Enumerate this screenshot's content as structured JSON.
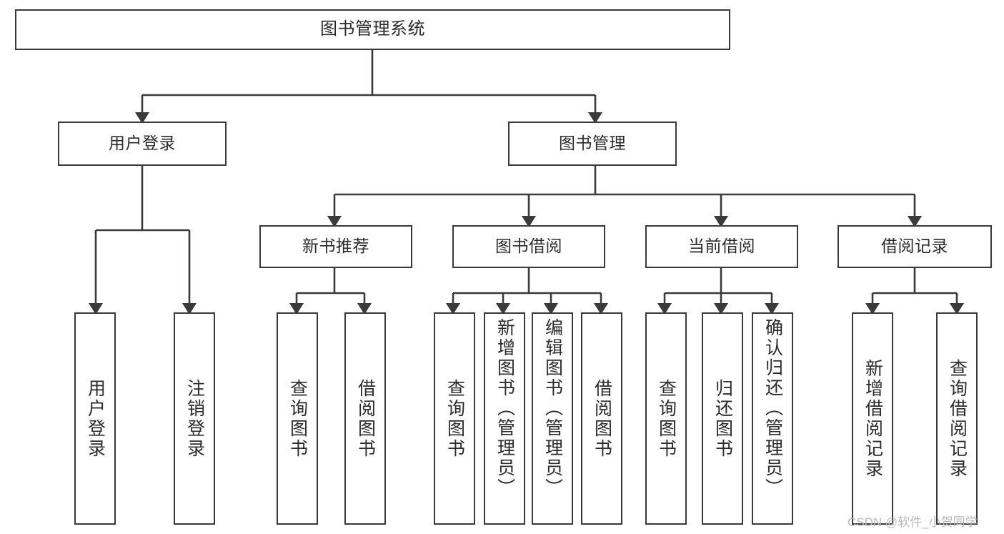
{
  "diagram": {
    "title": "图书管理系统",
    "type": "function-tree",
    "watermark": "CSDN @软件_小贺同学",
    "colors": {
      "box_border": "#3a3a3a",
      "box_fill": "#ffffff",
      "line": "#3a3a3a",
      "text": "#2b2b2b",
      "watermark": "#b9b9b9",
      "background": "#ffffff"
    },
    "root": {
      "label": "图书管理系统"
    },
    "level2": [
      {
        "label": "用户登录"
      },
      {
        "label": "图书管理"
      }
    ],
    "level3": [
      {
        "label": "新书推荐"
      },
      {
        "label": "图书借阅"
      },
      {
        "label": "当前借阅"
      },
      {
        "label": "借阅记录"
      }
    ],
    "leaves": {
      "user_login": [
        {
          "label": "用户登录"
        },
        {
          "label": "注销登录"
        }
      ],
      "new_book_recommend": [
        {
          "label": "查询图书"
        },
        {
          "label": "借阅图书"
        }
      ],
      "book_borrow": [
        {
          "label": "查询图书"
        },
        {
          "label": "新增图书（管理员）"
        },
        {
          "label": "编辑图书（管理员）"
        },
        {
          "label": "借阅图书"
        }
      ],
      "current_borrow": [
        {
          "label": "查询图书"
        },
        {
          "label": "归还图书"
        },
        {
          "label": "确认归还（管理员）"
        }
      ],
      "borrow_record": [
        {
          "label": "新增借阅记录"
        },
        {
          "label": "查询借阅记录"
        }
      ]
    }
  }
}
